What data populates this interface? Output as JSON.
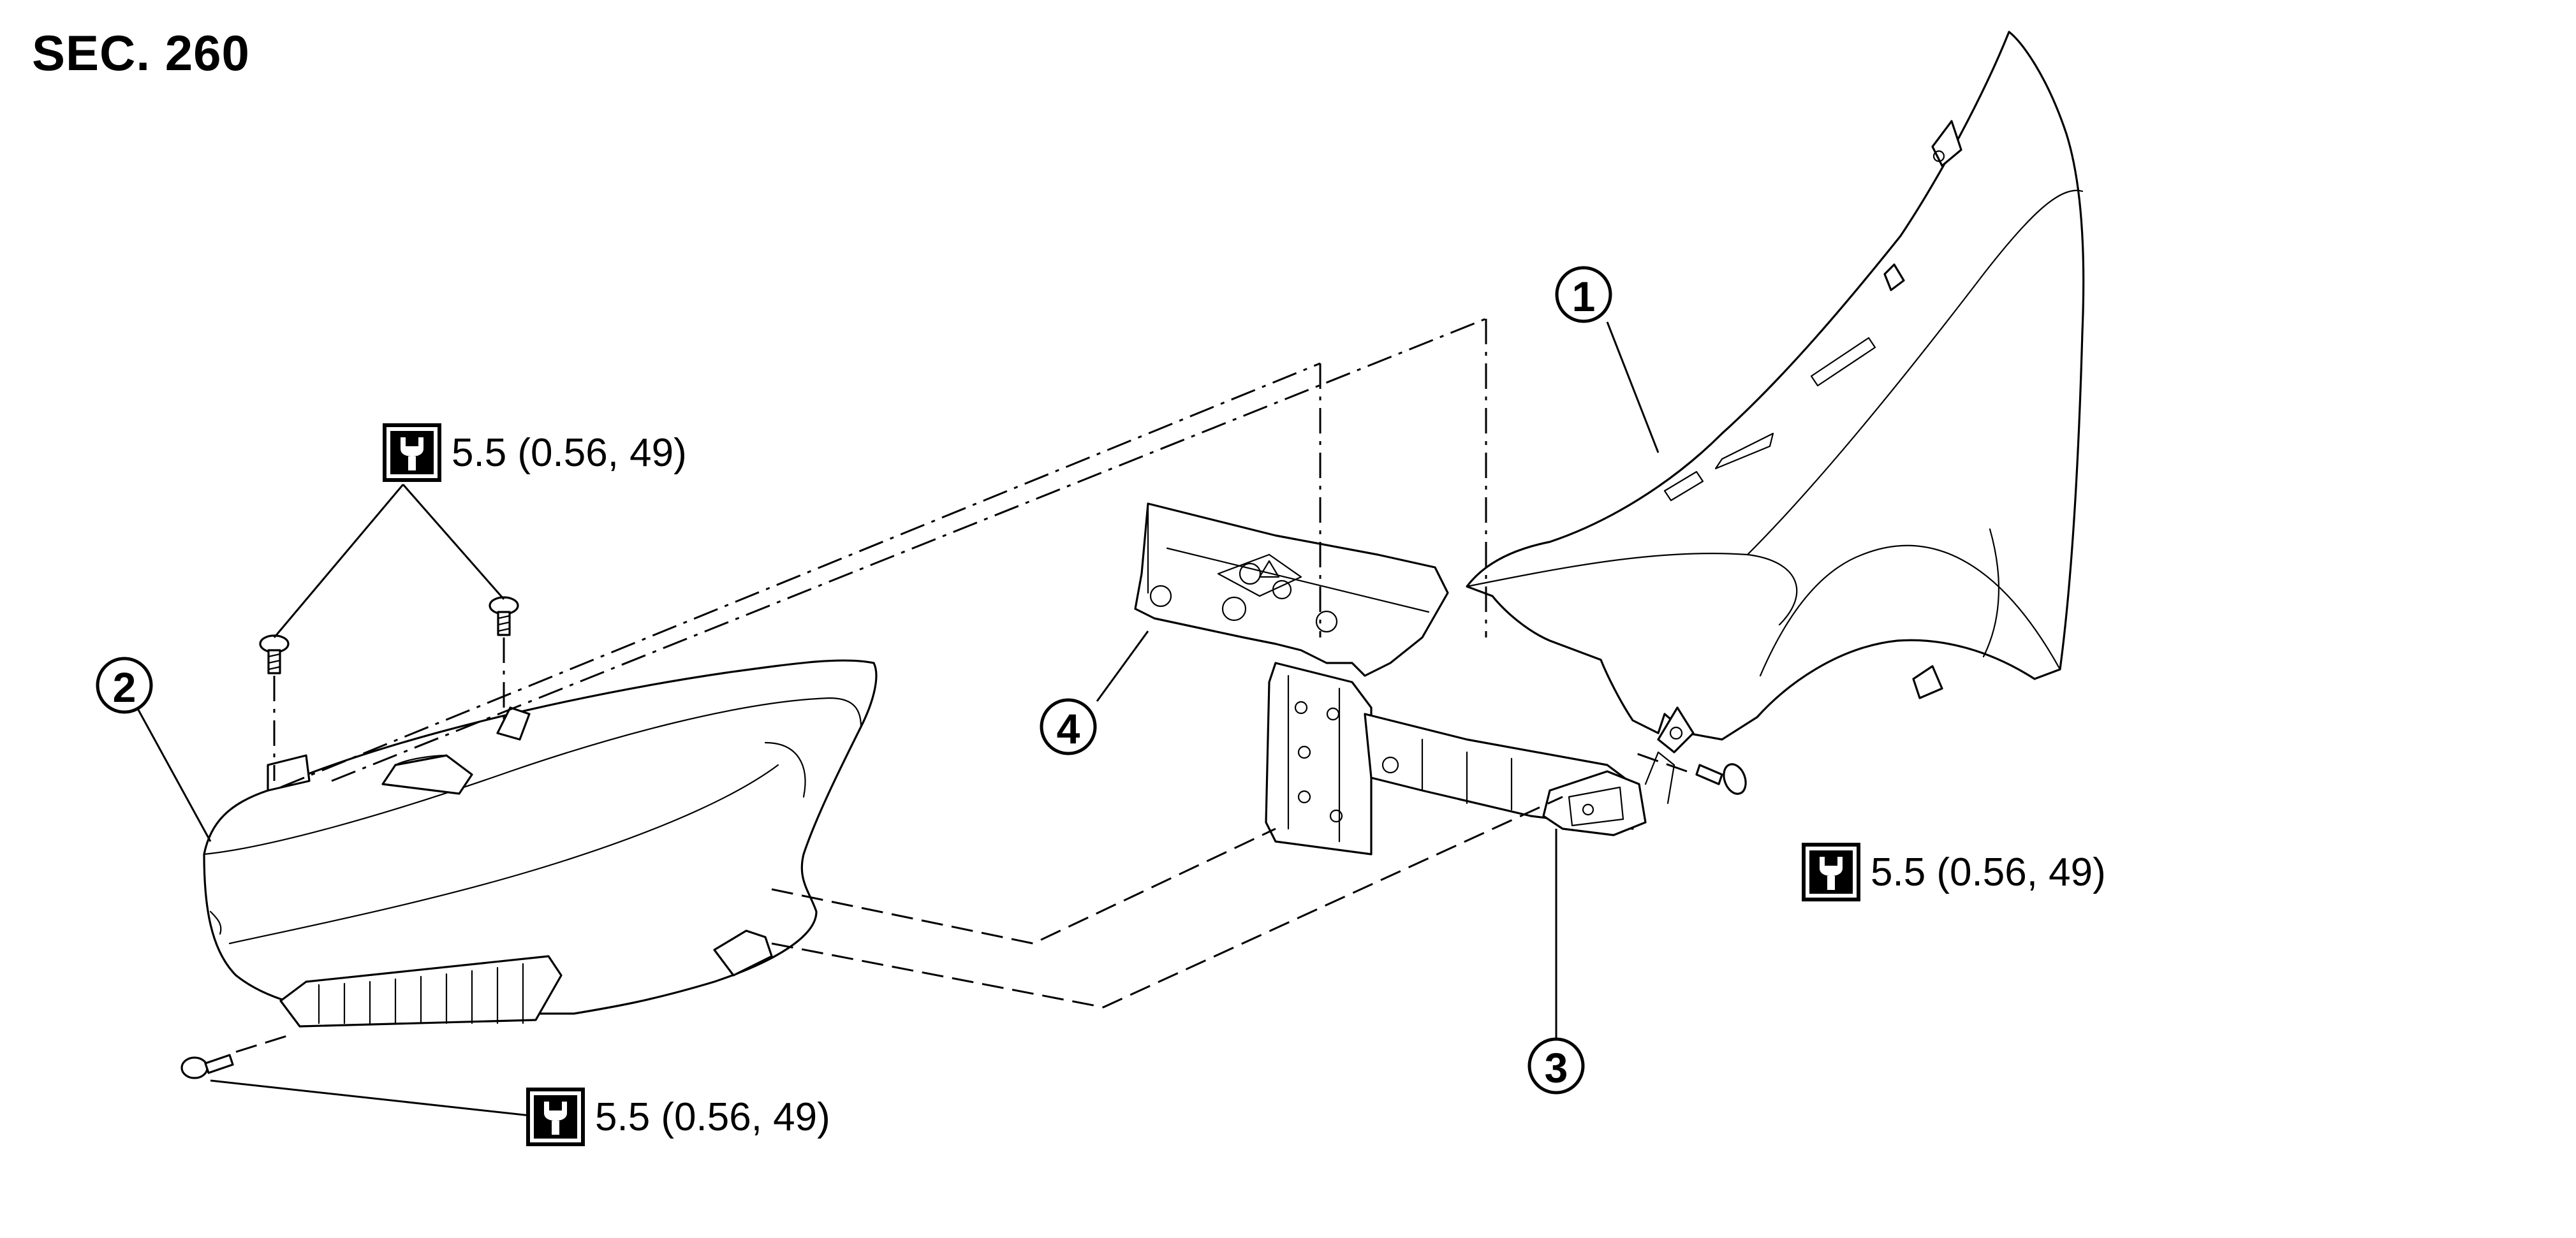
{
  "section": "SEC. 260",
  "callouts": [
    {
      "id": "callout-1",
      "label": "1"
    },
    {
      "id": "callout-2",
      "label": "2"
    },
    {
      "id": "callout-3",
      "label": "3"
    },
    {
      "id": "callout-4",
      "label": "4"
    }
  ],
  "torque_specs": [
    {
      "id": "torque-spec-top-bolts",
      "value": "5.5 (0.56, 49)",
      "icon": "torque-wrench-icon"
    },
    {
      "id": "torque-spec-right-bolt",
      "value": "5.5 (0.56, 49)",
      "icon": "torque-wrench-icon"
    },
    {
      "id": "torque-spec-bottom-bolt",
      "value": "5.5 (0.56, 49)",
      "icon": "torque-wrench-icon"
    }
  ],
  "colors": {
    "line": "#000000",
    "background": "#ffffff"
  }
}
